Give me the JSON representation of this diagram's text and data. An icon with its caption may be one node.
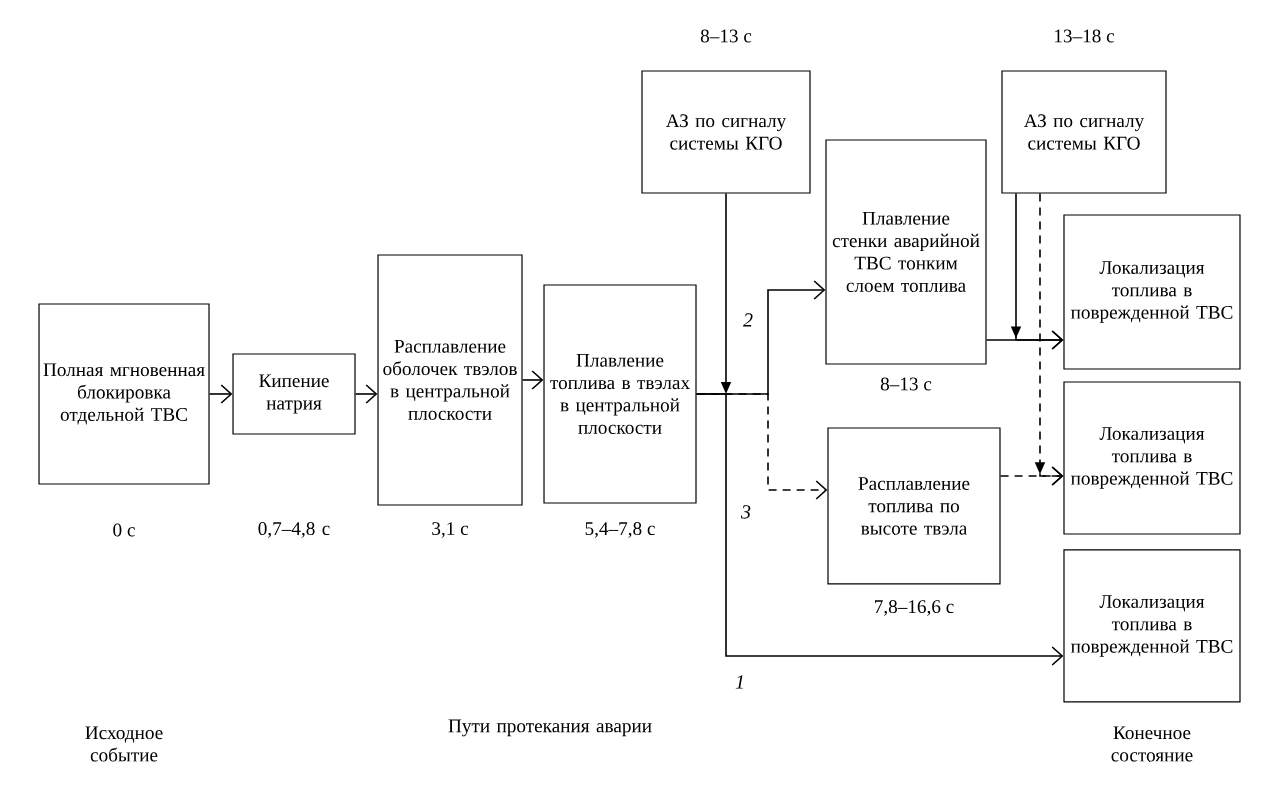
{
  "diagram": {
    "nodes": [
      {
        "text": [
          "Полная мгновенная блокировка отдельной ТВС"
        ],
        "beside": [
          "0 с"
        ]
      },
      {
        "text": [
          "Кипение натрия"
        ]
      },
      {
        "text": [
          "Расплавление оболочек твэлов в центральной плоскости"
        ],
        "beside": [
          "3,1 с"
        ]
      },
      {
        "text": [
          "Плавление топлива в твэлах в центральной плоскости"
        ],
        "beside": [
          "5,4–7,8 с"
        ]
      },
      {
        "text": [
          "АЗ по сигналу системы КГО"
        ],
        "beside": [
          "8–13 с"
        ]
      },
      {
        "text": [
          "Плавление стенки аварийной ТВС тонким слоем топлива"
        ],
        "beside": [
          "8–13 с"
        ]
      },
      {
        "text": [
          "Расплавление топлива по высоте твэла"
        ],
        "beside": [
          "7,8–16,6 с"
        ]
      },
      {
        "text": [
          "АЗ по сигналу системы КГО"
        ],
        "beside": [
          "13–18 с"
        ]
      },
      {
        "text": [
          "Локализация топлива в поврежденной ТВС"
        ]
      },
      {
        "text": [
          "Локализация топлива в поврежденной ТВС"
        ]
      },
      {
        "text": [
          "Локализация топлива в поврежденной ТВС"
        ]
      }
    ],
    "edges": [
      {
        "from": 0,
        "to": 1,
        "arrow": "to"
      },
      {
        "from": 1,
        "to": 2,
        "arrow": "to"
      },
      {
        "from": 2,
        "to": 3,
        "arrow": "to"
      },
      {
        "from": 3,
        "to": 5,
        "arrow": "to",
        "label": "2"
      },
      {
        "from": 3,
        "to": 6,
        "arrow": "to",
        "label": "3",
        "style": "dashed"
      },
      {
        "from": 3,
        "to": 10,
        "arrow": "to",
        "label": "1"
      },
      {
        "from": 4,
        "to": null,
        "arrow": "to"
      },
      {
        "from": 5,
        "to": 8,
        "arrow": "to"
      },
      {
        "from": 6,
        "to": 9,
        "arrow": "to",
        "style": "dashed"
      },
      {
        "from": 7,
        "to": 8,
        "arrow": "to"
      },
      {
        "from": 7,
        "to": 9,
        "arrow": "to",
        "style": "dashed"
      }
    ],
    "labels": [
      "0,7–4,8 с",
      "Исходное событие",
      "Пути протекания аварии",
      "Конечное состояние"
    ]
  }
}
